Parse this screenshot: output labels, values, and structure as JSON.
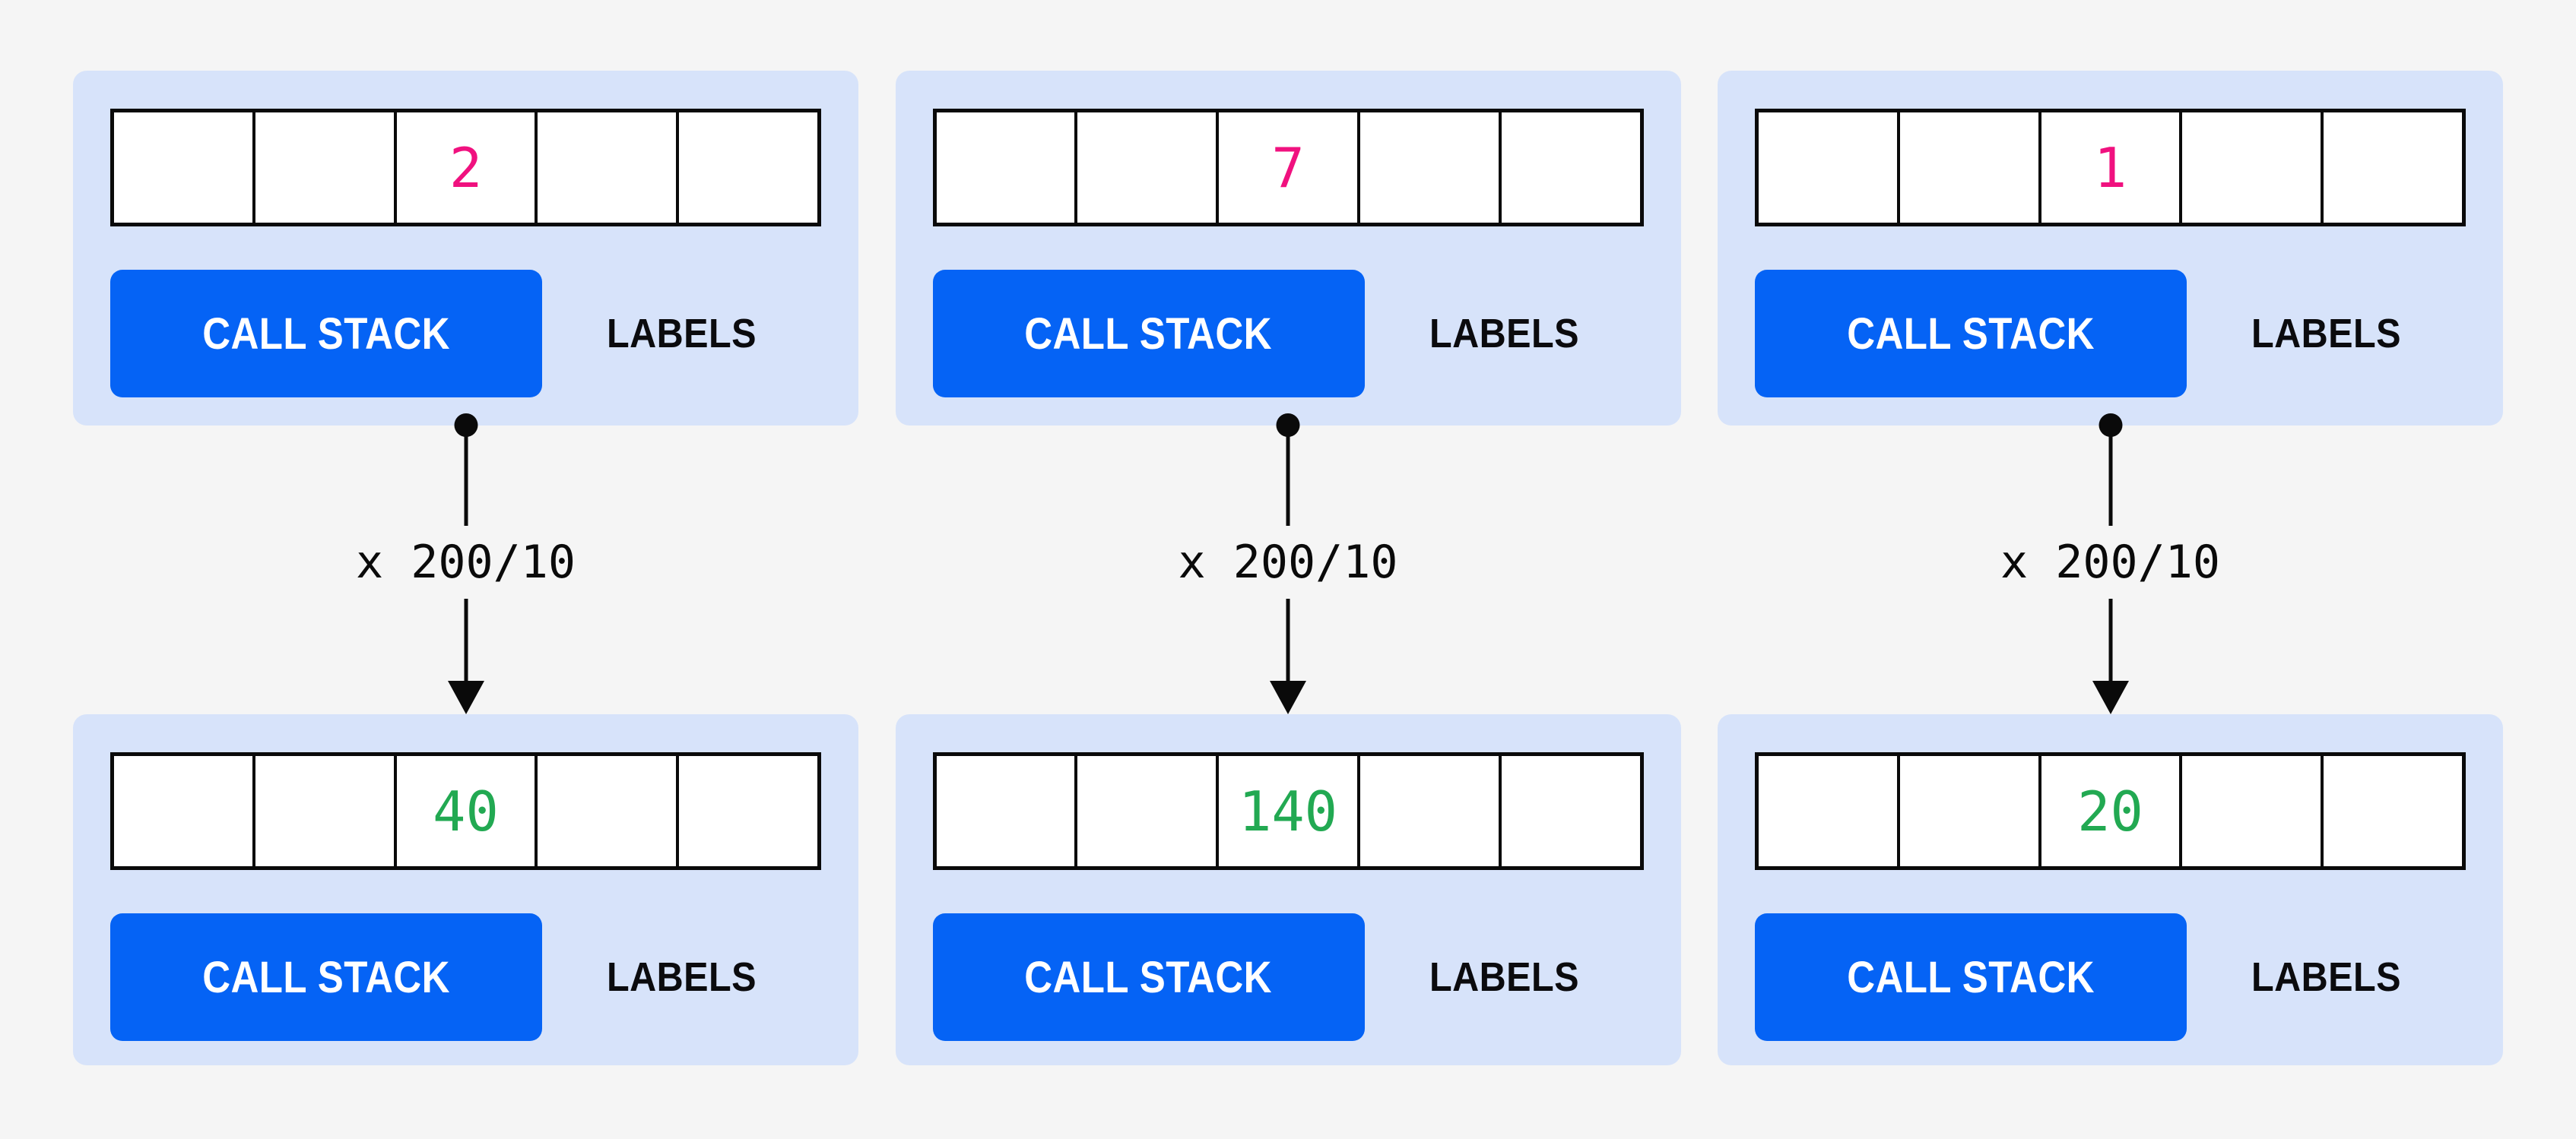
{
  "colors": {
    "page_bg": "#f5f5f5",
    "panel_bg": "#d7e3fa",
    "accent_blue": "#0563f5",
    "value_pink": "#f0117f",
    "value_green": "#22a952",
    "ink": "#0a0a0a"
  },
  "panel": {
    "call_stack_label": "CALL STACK",
    "labels_label": "LABELS",
    "cell_count": 5,
    "value_cell_index": 2
  },
  "columns": [
    {
      "operation": "x 200/10",
      "top": {
        "value": "2"
      },
      "bottom": {
        "value": "40"
      }
    },
    {
      "operation": "x 200/10",
      "top": {
        "value": "7"
      },
      "bottom": {
        "value": "140"
      }
    },
    {
      "operation": "x 200/10",
      "top": {
        "value": "1"
      },
      "bottom": {
        "value": "20"
      }
    }
  ]
}
